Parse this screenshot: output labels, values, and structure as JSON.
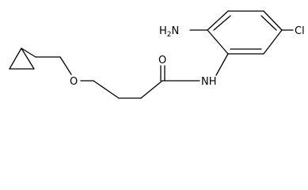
{
  "molecule": {
    "atoms": {
      "amino": "H2N",
      "amide_nitrogen": "NH",
      "carbonyl_oxygen": "O",
      "ether_oxygen": "O",
      "chlorine": "Cl"
    },
    "colors": {
      "bond": "#000000",
      "label": "#000000",
      "background": "#ffffff"
    }
  }
}
